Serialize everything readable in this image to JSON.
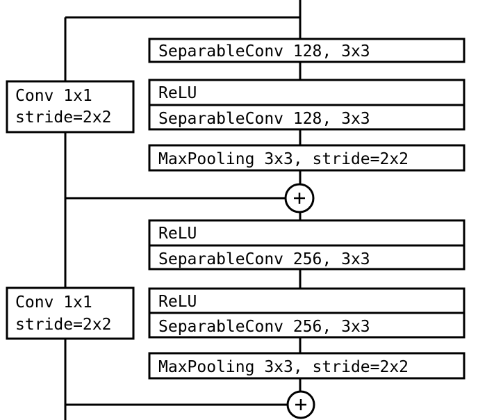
{
  "diagram": {
    "block1": {
      "sepconv1": "SeparableConv 128, 3x3",
      "relu": "ReLU",
      "sepconv2": "SeparableConv 128, 3x3",
      "maxpool": "MaxPooling 3x3, stride=2x2",
      "shortcut_line1": "Conv 1x1",
      "shortcut_line2": "stride=2x2",
      "add_symbol": "+"
    },
    "block2": {
      "relu1": "ReLU",
      "sepconv1": "SeparableConv 256, 3x3",
      "relu2": "ReLU",
      "sepconv2": "SeparableConv 256, 3x3",
      "maxpool": "MaxPooling 3x3, stride=2x2",
      "shortcut_line1": "Conv 1x1",
      "shortcut_line2": "stride=2x2",
      "add_symbol": "+"
    }
  }
}
